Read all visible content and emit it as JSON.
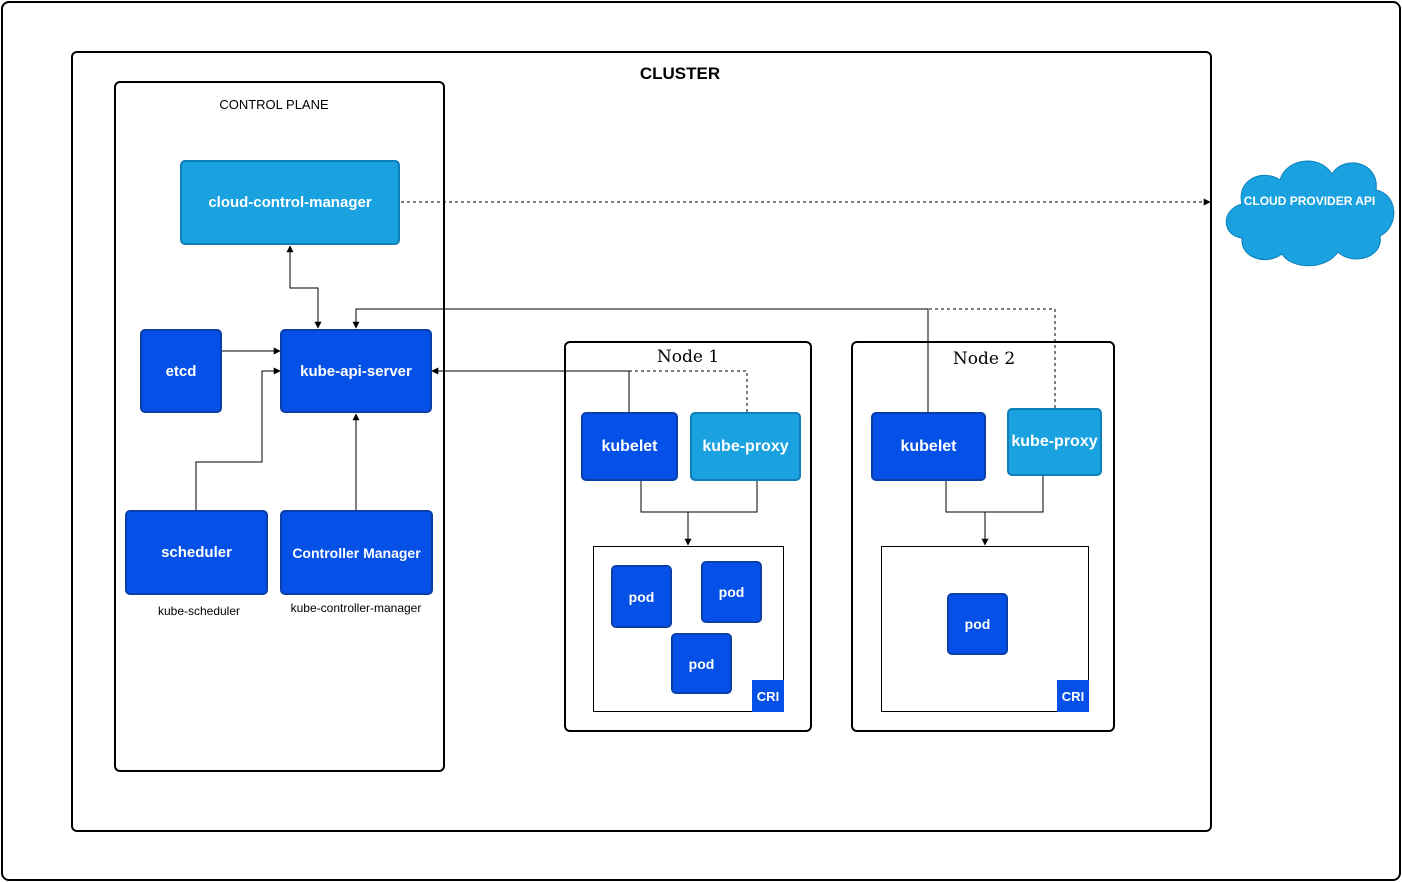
{
  "cluster": {
    "title": "CLUSTER"
  },
  "control_plane": {
    "title": "CONTROL PLANE",
    "cloud_control_manager": "cloud-control-manager",
    "etcd": "etcd",
    "api_server": "kube-api-server",
    "scheduler": "scheduler",
    "scheduler_caption": "kube-scheduler",
    "controller_manager": "Controller Manager",
    "controller_manager_caption": "kube-controller-manager"
  },
  "cloud_provider": {
    "label": "CLOUD PROVIDER API"
  },
  "nodes": [
    {
      "title": "Node 1",
      "kubelet": "kubelet",
      "proxy": "kube-proxy",
      "pods": [
        "pod",
        "pod",
        "pod"
      ],
      "cri": "CRI"
    },
    {
      "title": "Node 2",
      "kubelet": "kubelet",
      "proxy": "kube-proxy",
      "pods": [
        "pod"
      ],
      "cri": "CRI"
    }
  ],
  "colors": {
    "dark_blue": "#0550e6",
    "light_blue": "#1aa1e0",
    "border": "#000000"
  }
}
